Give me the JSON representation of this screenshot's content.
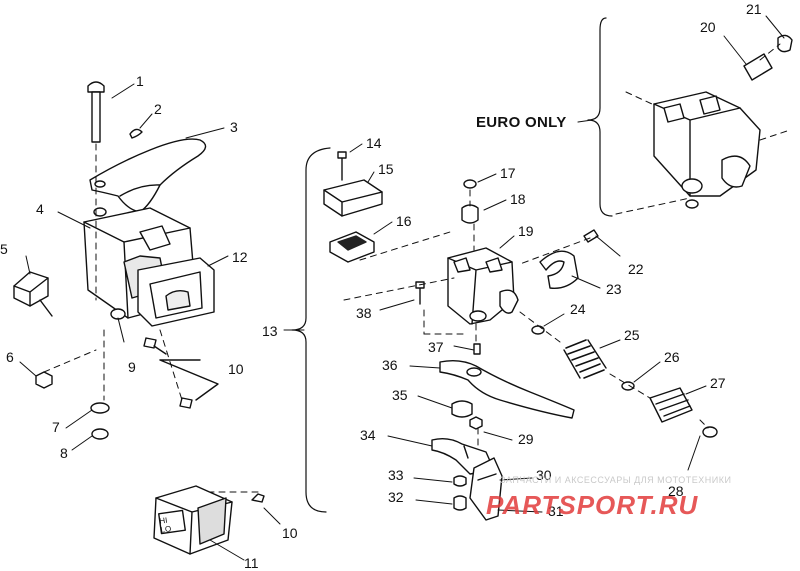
{
  "diagram": {
    "callouts": [
      {
        "id": "c1",
        "text": "1"
      },
      {
        "id": "c2",
        "text": "2"
      },
      {
        "id": "c3",
        "text": "3"
      },
      {
        "id": "c4",
        "text": "4"
      },
      {
        "id": "c5",
        "text": "5"
      },
      {
        "id": "c6",
        "text": "6"
      },
      {
        "id": "c7",
        "text": "7"
      },
      {
        "id": "c8",
        "text": "8"
      },
      {
        "id": "c9",
        "text": "9"
      },
      {
        "id": "c10a",
        "text": "10"
      },
      {
        "id": "c10b",
        "text": "10"
      },
      {
        "id": "c11",
        "text": "11"
      },
      {
        "id": "c12",
        "text": "12"
      },
      {
        "id": "c13",
        "text": "13"
      },
      {
        "id": "c14",
        "text": "14"
      },
      {
        "id": "c15",
        "text": "15"
      },
      {
        "id": "c16",
        "text": "16"
      },
      {
        "id": "c17",
        "text": "17"
      },
      {
        "id": "c18",
        "text": "18"
      },
      {
        "id": "c19",
        "text": "19"
      },
      {
        "id": "c20",
        "text": "20"
      },
      {
        "id": "c21",
        "text": "21"
      },
      {
        "id": "c22",
        "text": "22"
      },
      {
        "id": "c23",
        "text": "23"
      },
      {
        "id": "c24",
        "text": "24"
      },
      {
        "id": "c25",
        "text": "25"
      },
      {
        "id": "c26",
        "text": "26"
      },
      {
        "id": "c27",
        "text": "27"
      },
      {
        "id": "c28",
        "text": "28"
      },
      {
        "id": "c29",
        "text": "29"
      },
      {
        "id": "c30",
        "text": "30"
      },
      {
        "id": "c31",
        "text": "31"
      },
      {
        "id": "c32",
        "text": "32"
      },
      {
        "id": "c33",
        "text": "33"
      },
      {
        "id": "c34",
        "text": "34"
      },
      {
        "id": "c35",
        "text": "35"
      },
      {
        "id": "c36",
        "text": "36"
      },
      {
        "id": "c37",
        "text": "37"
      },
      {
        "id": "c38",
        "text": "38"
      }
    ],
    "euro_only_label": "EURO ONLY",
    "switch_face_text": "HI\nLO"
  },
  "watermark": {
    "tagline": "ЗАПЧАСТИ И АКСЕССУАРЫ ДЛЯ МОТОТЕХНИКИ",
    "logo": "PARTSPORT.RU"
  },
  "colors": {
    "ink": "#111111",
    "watermark_red": "#e23b3b",
    "watermark_gray": "#c9c9c9"
  }
}
